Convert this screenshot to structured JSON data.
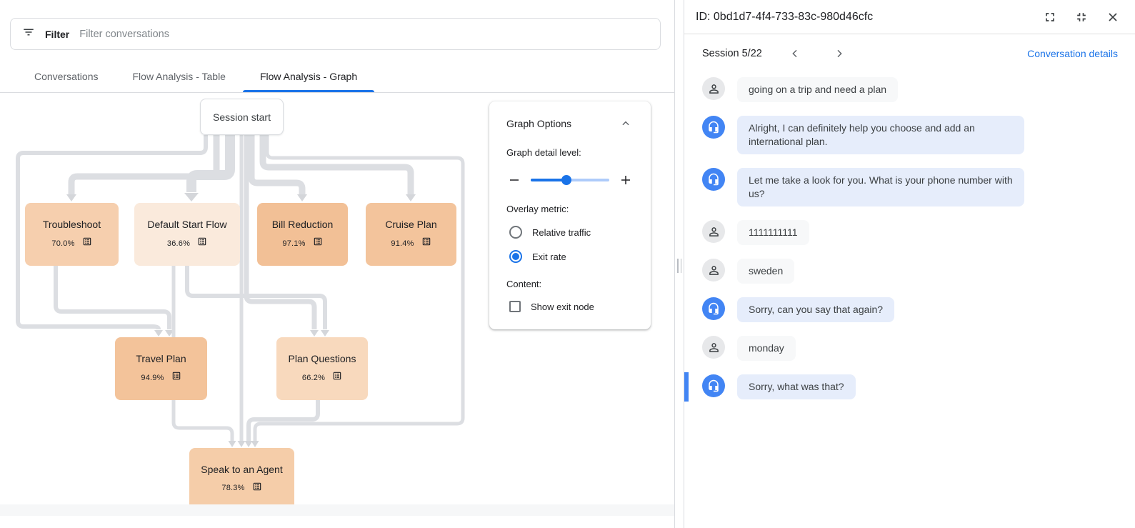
{
  "filter_bar": {
    "label": "Filter",
    "placeholder": "Filter conversations"
  },
  "tabs": [
    {
      "label": "Conversations",
      "active": false
    },
    {
      "label": "Flow Analysis - Table",
      "active": false
    },
    {
      "label": "Flow Analysis - Graph",
      "active": true
    }
  ],
  "graph": {
    "start_node_label": "Session start",
    "nodes": [
      {
        "id": "troubleshoot",
        "label": "Troubleshoot",
        "exit_rate": "70.0%",
        "color": "#f6cfae"
      },
      {
        "id": "default-start-flow",
        "label": "Default Start Flow",
        "exit_rate": "36.6%",
        "color": "#faeadc"
      },
      {
        "id": "bill-reduction",
        "label": "Bill Reduction",
        "exit_rate": "97.1%",
        "color": "#f2c096"
      },
      {
        "id": "cruise-plan",
        "label": "Cruise Plan",
        "exit_rate": "91.4%",
        "color": "#f3c49c"
      },
      {
        "id": "travel-plan",
        "label": "Travel Plan",
        "exit_rate": "94.9%",
        "color": "#f3c39a"
      },
      {
        "id": "plan-questions",
        "label": "Plan Questions",
        "exit_rate": "66.2%",
        "color": "#f8d9bd"
      },
      {
        "id": "speak-to-an-agent",
        "label": "Speak to an Agent",
        "exit_rate": "78.3%",
        "color": "#f5cda9"
      }
    ],
    "edges": [
      {
        "from": "session-start",
        "to": "troubleshoot"
      },
      {
        "from": "session-start",
        "to": "default-start-flow"
      },
      {
        "from": "session-start",
        "to": "bill-reduction"
      },
      {
        "from": "session-start",
        "to": "cruise-plan"
      },
      {
        "from": "session-start",
        "to": "travel-plan"
      },
      {
        "from": "troubleshoot",
        "to": "travel-plan"
      },
      {
        "from": "session-start",
        "to": "speak-to-an-agent"
      },
      {
        "from": "session-start",
        "to": "plan-questions"
      },
      {
        "from": "default-start-flow",
        "to": "plan-questions"
      },
      {
        "from": "default-start-flow",
        "to": "speak-to-an-agent"
      },
      {
        "from": "plan-questions",
        "to": "speak-to-an-agent"
      },
      {
        "from": "session-start",
        "to": "speak-to-an-agent"
      }
    ],
    "options_panel": {
      "title": "Graph Options",
      "detail_label": "Graph detail level:",
      "slider_value_pct": 45,
      "overlay_label": "Overlay metric:",
      "radios": [
        {
          "label": "Relative traffic",
          "selected": false
        },
        {
          "label": "Exit rate",
          "selected": true
        }
      ],
      "content_label": "Content:",
      "checkbox": {
        "label": "Show exit node",
        "checked": false
      }
    }
  },
  "detail_panel": {
    "title": "ID: 0bd1d7-4f4-733-83c-980d46cfc",
    "session_label": "Session 5/22",
    "details_link": "Conversation details",
    "messages": [
      {
        "sender": "user",
        "text": "going on a trip and need a plan",
        "highlighted": false
      },
      {
        "sender": "bot",
        "text": "Alright, I can definitely help you choose and add an international plan.",
        "highlighted": false
      },
      {
        "sender": "bot",
        "text": "Let me take a look for you. What is your phone number with us?",
        "highlighted": false
      },
      {
        "sender": "user",
        "text": "1111111111",
        "highlighted": false
      },
      {
        "sender": "user",
        "text": "sweden",
        "highlighted": false
      },
      {
        "sender": "bot",
        "text": "Sorry, can you say that again?",
        "highlighted": false
      },
      {
        "sender": "user",
        "text": "monday",
        "highlighted": false
      },
      {
        "sender": "bot",
        "text": "Sorry, what was that?",
        "highlighted": true
      }
    ]
  },
  "colors": {
    "accent": "#1a73e8",
    "bot_avatar": "#4285f4",
    "edge": "#dcdee2",
    "arrow": "#d4d6da",
    "selection_bar": "#4285f4"
  }
}
